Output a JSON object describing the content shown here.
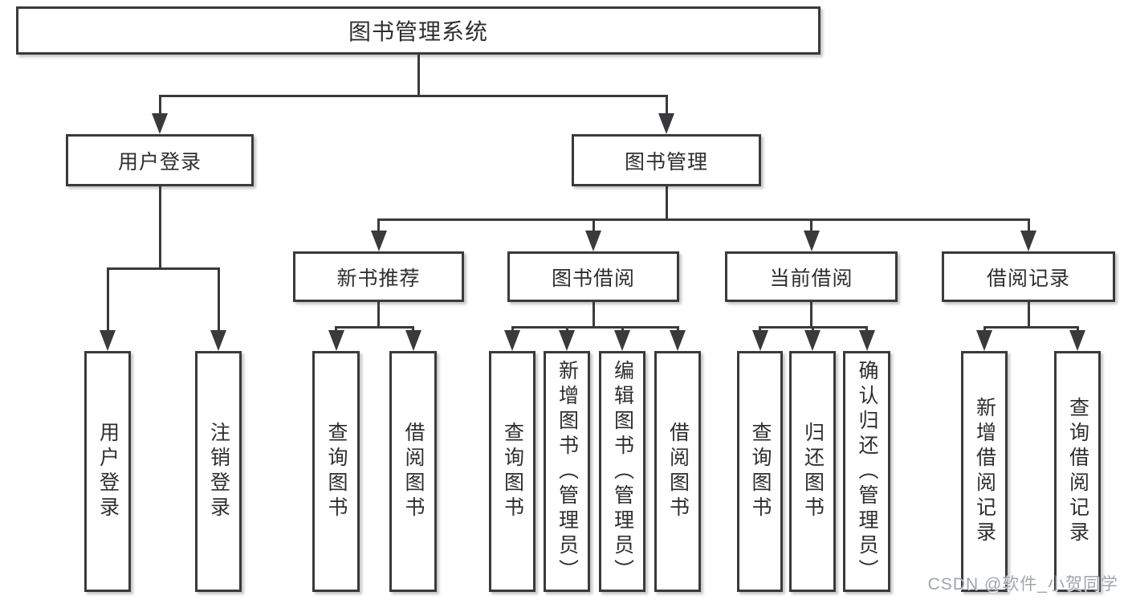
{
  "colors": {
    "line": "#3a3a3c",
    "box_border": "#3a3a3c",
    "box_fill": "#ffffff",
    "text": "#2e2e30",
    "watermark": "#a0a5ab"
  },
  "watermark": {
    "text": "CSDN @软件_小贺同学"
  },
  "diagram": {
    "nodes": [
      {
        "id": "root",
        "label": "图书管理系统"
      },
      {
        "id": "user-login",
        "label": "用户登录"
      },
      {
        "id": "book-mgmt",
        "label": "图书管理"
      },
      {
        "id": "new-books",
        "label": "新书推荐"
      },
      {
        "id": "book-borrow",
        "label": "图书借阅"
      },
      {
        "id": "current-borrow",
        "label": "当前借阅"
      },
      {
        "id": "borrow-records",
        "label": "借阅记录"
      },
      {
        "id": "leaf-user-login",
        "label": "用户登录"
      },
      {
        "id": "leaf-logout",
        "label": "注销登录"
      },
      {
        "id": "leaf-nb-query",
        "label": "查询图书"
      },
      {
        "id": "leaf-nb-borrow",
        "label": "借阅图书"
      },
      {
        "id": "leaf-bb-query",
        "label": "查询图书"
      },
      {
        "id": "leaf-bb-add",
        "label": "新增图书（管理员）"
      },
      {
        "id": "leaf-bb-edit",
        "label": "编辑图书（管理员）"
      },
      {
        "id": "leaf-bb-borrow",
        "label": "借阅图书"
      },
      {
        "id": "leaf-cb-query",
        "label": "查询图书"
      },
      {
        "id": "leaf-cb-return",
        "label": "归还图书"
      },
      {
        "id": "leaf-cb-confirm",
        "label": "确认归还（管理员）"
      },
      {
        "id": "leaf-br-add",
        "label": "新增借阅记录"
      },
      {
        "id": "leaf-br-query",
        "label": "查询借阅记录"
      }
    ],
    "edges": [
      {
        "parent": "root",
        "children": [
          "user-login",
          "book-mgmt"
        ]
      },
      {
        "parent": "user-login",
        "children": [
          "leaf-user-login",
          "leaf-logout"
        ]
      },
      {
        "parent": "book-mgmt",
        "children": [
          "new-books",
          "book-borrow",
          "current-borrow",
          "borrow-records"
        ]
      },
      {
        "parent": "new-books",
        "children": [
          "leaf-nb-query",
          "leaf-nb-borrow"
        ]
      },
      {
        "parent": "book-borrow",
        "children": [
          "leaf-bb-query",
          "leaf-bb-add",
          "leaf-bb-edit",
          "leaf-bb-borrow"
        ]
      },
      {
        "parent": "current-borrow",
        "children": [
          "leaf-cb-query",
          "leaf-cb-return",
          "leaf-cb-confirm"
        ]
      },
      {
        "parent": "borrow-records",
        "children": [
          "leaf-br-add",
          "leaf-br-query"
        ]
      }
    ]
  }
}
